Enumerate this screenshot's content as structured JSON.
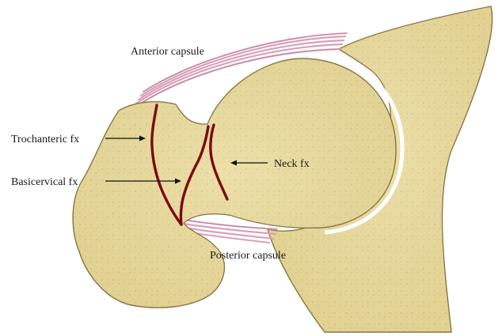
{
  "labels": {
    "anterior_capsule": "Anterior capsule",
    "posterior_capsule": "Posterior capsule",
    "trochanteric_fx": "Trochanteric fx",
    "basicervical_fx": "Basicervical  fx",
    "neck_fx": "Neck fx"
  },
  "colors": {
    "bone_fill": "#e9dca0",
    "bone_outline": "#7d6a3a",
    "capsule": "#d8a0b8",
    "fracture": "#7a0a10",
    "arrow": "#111111"
  }
}
